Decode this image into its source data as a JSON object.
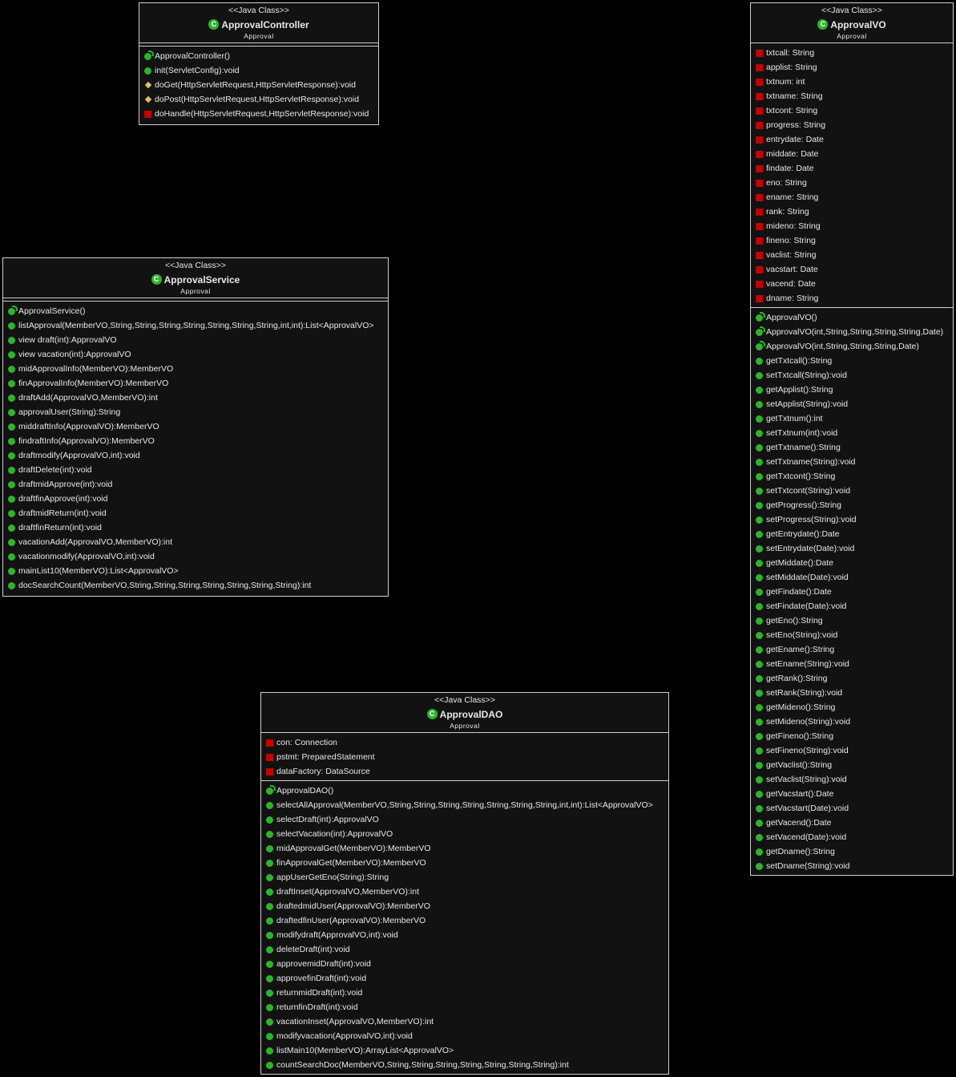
{
  "classes": {
    "controller": {
      "stereotype": "<<Java Class>>",
      "name": "ApprovalController",
      "package": "Approval",
      "methods": [
        {
          "vis": "ctor",
          "text": "ApprovalController()"
        },
        {
          "vis": "pub",
          "text": "init(ServletConfig):void"
        },
        {
          "vis": "prot",
          "text": "doGet(HttpServletRequest,HttpServletResponse):void"
        },
        {
          "vis": "prot",
          "text": "doPost(HttpServletRequest,HttpServletResponse):void"
        },
        {
          "vis": "priv",
          "text": "doHandle(HttpServletRequest,HttpServletResponse):void"
        }
      ]
    },
    "service": {
      "stereotype": "<<Java Class>>",
      "name": "ApprovalService",
      "package": "Approval",
      "methods": [
        {
          "vis": "ctor",
          "text": "ApprovalService()"
        },
        {
          "vis": "pub",
          "text": "listApproval(MemberVO,String,String,String,String,String,String,String,int,int):List<ApprovalVO>"
        },
        {
          "vis": "pub",
          "text": "view draft(int):ApprovalVO"
        },
        {
          "vis": "pub",
          "text": "view vacation(int):ApprovalVO"
        },
        {
          "vis": "pub",
          "text": "midApprovalInfo(MemberVO):MemberVO"
        },
        {
          "vis": "pub",
          "text": "finApprovalInfo(MemberVO):MemberVO"
        },
        {
          "vis": "pub",
          "text": "draftAdd(ApprovalVO,MemberVO):int"
        },
        {
          "vis": "pub",
          "text": "approvalUser(String):String"
        },
        {
          "vis": "pub",
          "text": "middraftInfo(ApprovalVO):MemberVO"
        },
        {
          "vis": "pub",
          "text": "findraftInfo(ApprovalVO):MemberVO"
        },
        {
          "vis": "pub",
          "text": "draftmodify(ApprovalVO,int):void"
        },
        {
          "vis": "pub",
          "text": "draftDelete(int):void"
        },
        {
          "vis": "pub",
          "text": "draftmidApprove(int):void"
        },
        {
          "vis": "pub",
          "text": "draftfinApprove(int):void"
        },
        {
          "vis": "pub",
          "text": "draftmidReturn(int):void"
        },
        {
          "vis": "pub",
          "text": "draftfinReturn(int):void"
        },
        {
          "vis": "pub",
          "text": "vacationAdd(ApprovalVO,MemberVO):int"
        },
        {
          "vis": "pub",
          "text": "vacationmodify(ApprovalVO,int):void"
        },
        {
          "vis": "pub",
          "text": "mainList10(MemberVO):List<ApprovalVO>"
        },
        {
          "vis": "pub",
          "text": "docSearchCount(MemberVO,String,String,String,String,String,String,String):int"
        }
      ]
    },
    "dao": {
      "stereotype": "<<Java Class>>",
      "name": "ApprovalDAO",
      "package": "Approval",
      "attributes": [
        {
          "vis": "priv",
          "text": "con: Connection"
        },
        {
          "vis": "priv",
          "text": "pstmt: PreparedStatement"
        },
        {
          "vis": "priv",
          "text": "dataFactory: DataSource"
        }
      ],
      "methods": [
        {
          "vis": "ctor",
          "text": "ApprovalDAO()"
        },
        {
          "vis": "pub",
          "text": "selectAllApproval(MemberVO,String,String,String,String,String,String,String,int,int):List<ApprovalVO>"
        },
        {
          "vis": "pub",
          "text": "selectDraft(int):ApprovalVO"
        },
        {
          "vis": "pub",
          "text": "selectVacation(int):ApprovalVO"
        },
        {
          "vis": "pub",
          "text": "midApprovalGet(MemberVO):MemberVO"
        },
        {
          "vis": "pub",
          "text": "finApprovalGet(MemberVO):MemberVO"
        },
        {
          "vis": "pub",
          "text": "appUserGetEno(String):String"
        },
        {
          "vis": "pub",
          "text": "draftInset(ApprovalVO,MemberVO):int"
        },
        {
          "vis": "pub",
          "text": "draftedmidUser(ApprovalVO):MemberVO"
        },
        {
          "vis": "pub",
          "text": "draftedfinUser(ApprovalVO):MemberVO"
        },
        {
          "vis": "pub",
          "text": "modifydraft(ApprovalVO,int):void"
        },
        {
          "vis": "pub",
          "text": "deleteDraft(int):void"
        },
        {
          "vis": "pub",
          "text": "approvemidDraft(int):void"
        },
        {
          "vis": "pub",
          "text": "approvefinDraft(int):void"
        },
        {
          "vis": "pub",
          "text": "returnmidDraft(int):void"
        },
        {
          "vis": "pub",
          "text": "returnfinDraft(int):void"
        },
        {
          "vis": "pub",
          "text": "vacationInset(ApprovalVO,MemberVO):int"
        },
        {
          "vis": "pub",
          "text": "modifyvacation(ApprovalVO,int):void"
        },
        {
          "vis": "pub",
          "text": "listMain10(MemberVO):ArrayList<ApprovalVO>"
        },
        {
          "vis": "pub",
          "text": "countSearchDoc(MemberVO,String,String,String,String,String,String,String):int"
        }
      ]
    },
    "vo": {
      "stereotype": "<<Java Class>>",
      "name": "ApprovalVO",
      "package": "Approval",
      "attributes": [
        {
          "vis": "priv",
          "text": "txtcall: String"
        },
        {
          "vis": "priv",
          "text": "applist: String"
        },
        {
          "vis": "priv",
          "text": "txtnum: int"
        },
        {
          "vis": "priv",
          "text": "txtname: String"
        },
        {
          "vis": "priv",
          "text": "txtcont: String"
        },
        {
          "vis": "priv",
          "text": "progress: String"
        },
        {
          "vis": "priv",
          "text": "entrydate: Date"
        },
        {
          "vis": "priv",
          "text": "middate: Date"
        },
        {
          "vis": "priv",
          "text": "findate: Date"
        },
        {
          "vis": "priv",
          "text": "eno: String"
        },
        {
          "vis": "priv",
          "text": "ename: String"
        },
        {
          "vis": "priv",
          "text": "rank: String"
        },
        {
          "vis": "priv",
          "text": "mideno: String"
        },
        {
          "vis": "priv",
          "text": "fineno: String"
        },
        {
          "vis": "priv",
          "text": "vaclist: String"
        },
        {
          "vis": "priv",
          "text": "vacstart: Date"
        },
        {
          "vis": "priv",
          "text": "vacend: Date"
        },
        {
          "vis": "priv",
          "text": "dname: String"
        }
      ],
      "methods": [
        {
          "vis": "ctor",
          "text": "ApprovalVO()"
        },
        {
          "vis": "ctor",
          "text": "ApprovalVO(int,String,String,String,String,Date)"
        },
        {
          "vis": "ctor",
          "text": "ApprovalVO(int,String,String,String,Date)"
        },
        {
          "vis": "pub",
          "text": "getTxtcall():String"
        },
        {
          "vis": "pub",
          "text": "setTxtcall(String):void"
        },
        {
          "vis": "pub",
          "text": "getApplist():String"
        },
        {
          "vis": "pub",
          "text": "setApplist(String):void"
        },
        {
          "vis": "pub",
          "text": "getTxtnum():int"
        },
        {
          "vis": "pub",
          "text": "setTxtnum(int):void"
        },
        {
          "vis": "pub",
          "text": "getTxtname():String"
        },
        {
          "vis": "pub",
          "text": "setTxtname(String):void"
        },
        {
          "vis": "pub",
          "text": "getTxtcont():String"
        },
        {
          "vis": "pub",
          "text": "setTxtcont(String):void"
        },
        {
          "vis": "pub",
          "text": "getProgress():String"
        },
        {
          "vis": "pub",
          "text": "setProgress(String):void"
        },
        {
          "vis": "pub",
          "text": "getEntrydate():Date"
        },
        {
          "vis": "pub",
          "text": "setEntrydate(Date):void"
        },
        {
          "vis": "pub",
          "text": "getMiddate():Date"
        },
        {
          "vis": "pub",
          "text": "setMiddate(Date):void"
        },
        {
          "vis": "pub",
          "text": "getFindate():Date"
        },
        {
          "vis": "pub",
          "text": "setFindate(Date):void"
        },
        {
          "vis": "pub",
          "text": "getEno():String"
        },
        {
          "vis": "pub",
          "text": "setEno(String):void"
        },
        {
          "vis": "pub",
          "text": "getEname():String"
        },
        {
          "vis": "pub",
          "text": "setEname(String):void"
        },
        {
          "vis": "pub",
          "text": "getRank():String"
        },
        {
          "vis": "pub",
          "text": "setRank(String):void"
        },
        {
          "vis": "pub",
          "text": "getMideno():String"
        },
        {
          "vis": "pub",
          "text": "setMideno(String):void"
        },
        {
          "vis": "pub",
          "text": "getFineno():String"
        },
        {
          "vis": "pub",
          "text": "setFineno(String):void"
        },
        {
          "vis": "pub",
          "text": "getVaclist():String"
        },
        {
          "vis": "pub",
          "text": "setVaclist(String):void"
        },
        {
          "vis": "pub",
          "text": "getVacstart():Date"
        },
        {
          "vis": "pub",
          "text": "setVacstart(Date):void"
        },
        {
          "vis": "pub",
          "text": "getVacend():Date"
        },
        {
          "vis": "pub",
          "text": "setVacend(Date):void"
        },
        {
          "vis": "pub",
          "text": "getDname():String"
        },
        {
          "vis": "pub",
          "text": "setDname(String):void"
        }
      ]
    }
  },
  "icons": {
    "class": "C",
    "class_color": "#2bb52b",
    "public_color": "#2bb52b",
    "private_color": "#c40000",
    "protected_color": "#e0c060"
  }
}
